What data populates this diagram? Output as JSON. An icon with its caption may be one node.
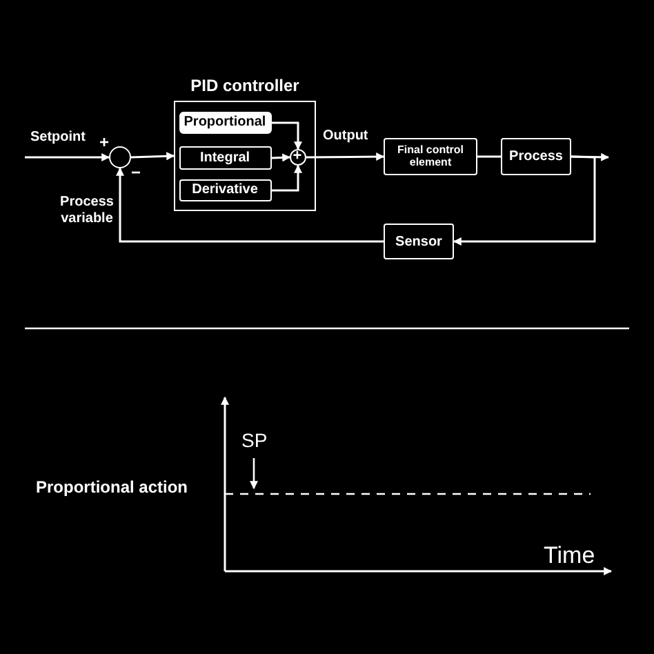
{
  "diagram": {
    "nodes": [
      {
        "text": [
          "PID controller"
        ]
      },
      {
        "text": [
          "Proportional"
        ],
        "in": 0
      },
      {
        "text": [
          "Integral"
        ],
        "in": 0
      },
      {
        "text": [
          "Derivative"
        ],
        "in": 0
      },
      {
        "text": [
          "+"
        ],
        "in": 0
      },
      {
        "text": [],
        "shape": "circle",
        "beside": [
          "+",
          "−"
        ]
      },
      {
        "text": [
          "Final control element"
        ]
      },
      {
        "text": [
          "Process"
        ]
      },
      {
        "text": [
          "Sensor"
        ]
      }
    ],
    "edges": [
      {
        "from": null,
        "to": 5,
        "arrow": "to",
        "label": "Setpoint"
      },
      {
        "from": 5,
        "to": 0,
        "arrow": "to"
      },
      {
        "from": 1,
        "to": 4,
        "arrow": "to"
      },
      {
        "from": 2,
        "to": 4,
        "arrow": "to"
      },
      {
        "from": 3,
        "to": 4,
        "arrow": "to"
      },
      {
        "from": 4,
        "to": 6,
        "arrow": "to",
        "label": "Output"
      },
      {
        "from": 6,
        "to": 7,
        "arrow": "none"
      },
      {
        "from": 7,
        "to": null,
        "arrow": "to"
      },
      {
        "from": 7,
        "to": 8,
        "arrow": "to"
      },
      {
        "from": 8,
        "to": 5,
        "arrow": "to",
        "label": "Process variable"
      }
    ],
    "labels": [
      "SP",
      "Proportional action",
      "Time"
    ]
  }
}
